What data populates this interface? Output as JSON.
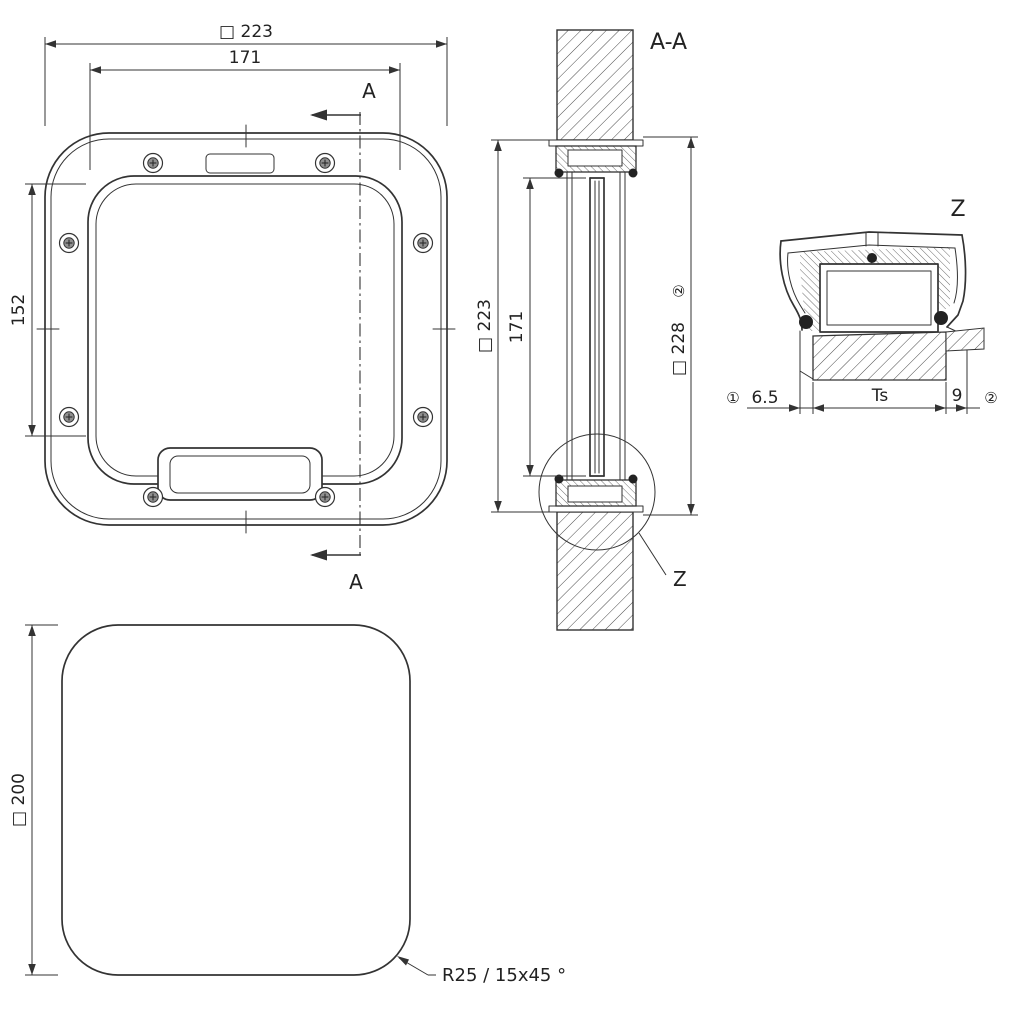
{
  "colors": {
    "line": "#333333",
    "hatch": "#4a4a4a",
    "background": "#ffffff"
  },
  "drawing": {
    "front_view": {
      "dim_outer_width": "□ 223",
      "dim_opening_width": "171",
      "dim_opening_height": "152",
      "section_label_top": "A",
      "section_label_bottom": "A"
    },
    "section_view": {
      "title": "A-A",
      "dim_frame_size": "□ 223",
      "dim_opening": "171",
      "ref_overall": "②",
      "dim_overall": "□ 228",
      "detail_label": "Z"
    },
    "detail_view": {
      "title": "Z",
      "ref_left": "①",
      "dim_overhang": "6.5",
      "dim_wall_thickness": "Ts",
      "dim_gap": "9",
      "ref_right": "②"
    },
    "lid_view": {
      "dim_size": "□ 200",
      "corner_note": "R25 / 15x45 °"
    }
  }
}
